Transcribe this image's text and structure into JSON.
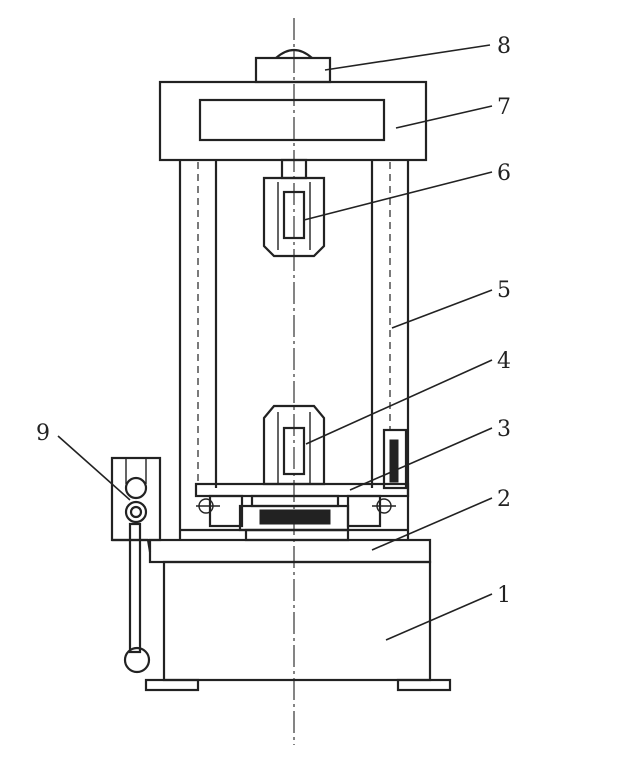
{
  "diagram": {
    "labels": [
      {
        "id": "1",
        "text": "1"
      },
      {
        "id": "2",
        "text": "2"
      },
      {
        "id": "3",
        "text": "3"
      },
      {
        "id": "4",
        "text": "4"
      },
      {
        "id": "5",
        "text": "5"
      },
      {
        "id": "6",
        "text": "6"
      },
      {
        "id": "7",
        "text": "7"
      },
      {
        "id": "8",
        "text": "8"
      },
      {
        "id": "9",
        "text": "9"
      }
    ],
    "colors": {
      "line": "#222222",
      "background": "#ffffff"
    }
  }
}
